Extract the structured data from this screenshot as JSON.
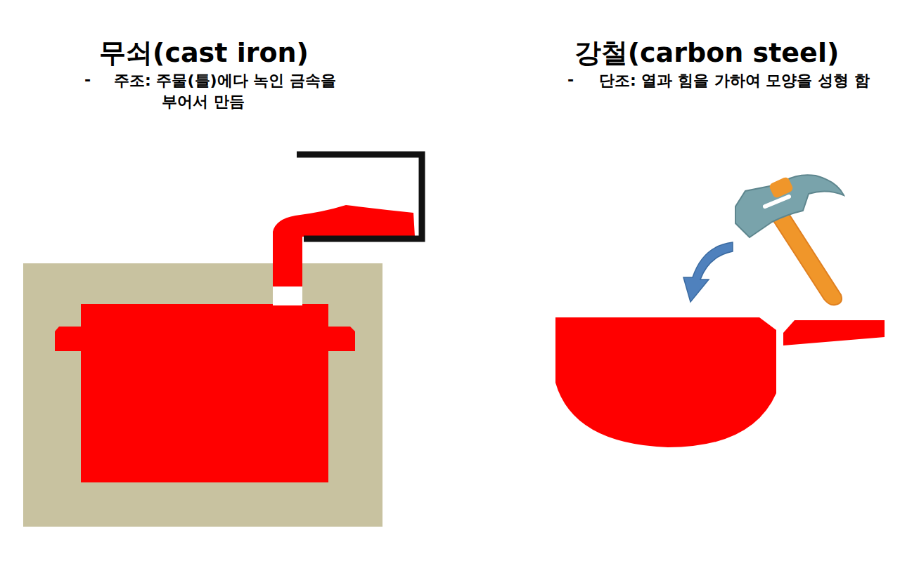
{
  "diagram": {
    "labels": [
      "무쇠(cast iron)",
      "-",
      "주조: 주물(틀)에다 녹인 금속을 부어서 만듬",
      "강철(carbon steel)",
      "-",
      "단조: 열과 힘을 가하여 모양을 성형 함"
    ]
  }
}
